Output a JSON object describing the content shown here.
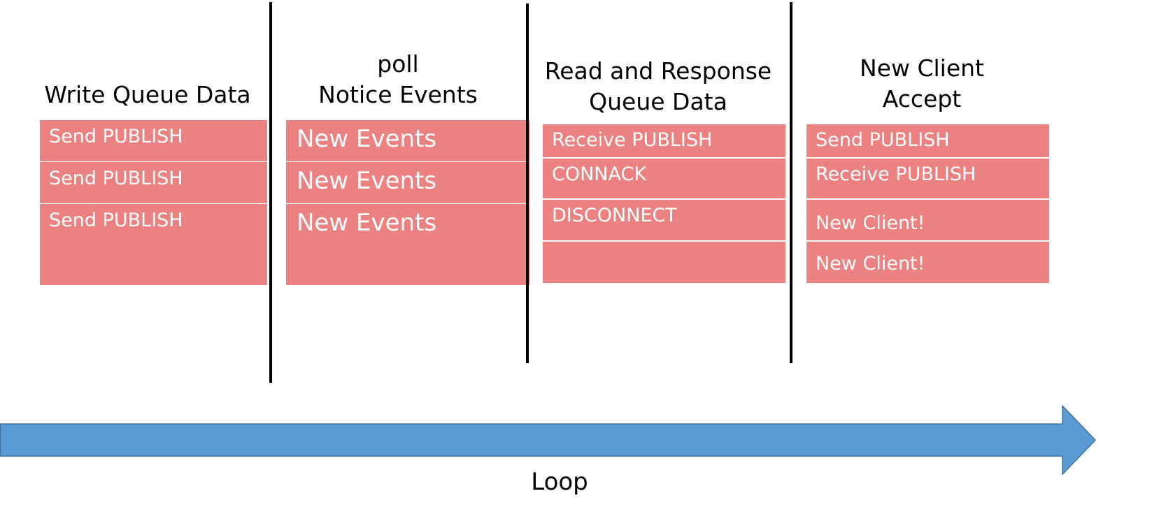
{
  "columns": [
    {
      "title": "Write Queue Data",
      "items": [
        "Send PUBLISH",
        "Send PUBLISH",
        "Send PUBLISH",
        ""
      ]
    },
    {
      "title": "poll\nNotice Events",
      "items": [
        "New Events",
        "New Events",
        "New Events",
        ""
      ]
    },
    {
      "title": "Read and Response\nQueue Data",
      "items": [
        "Receive PUBLISH",
        "CONNACK",
        "DISCONNECT",
        ""
      ]
    },
    {
      "title": "New Client\nAccept",
      "items": [
        "Send PUBLISH",
        "Receive PUBLISH",
        "New Client!",
        "New Client!"
      ]
    }
  ],
  "loop": {
    "label": "Loop"
  },
  "colors": {
    "queue_cell": "#eb8281",
    "cell_text": "#ffffff",
    "arrow_fill": "#5b9bd5",
    "arrow_stroke": "#41719c",
    "divider": "#000000"
  }
}
